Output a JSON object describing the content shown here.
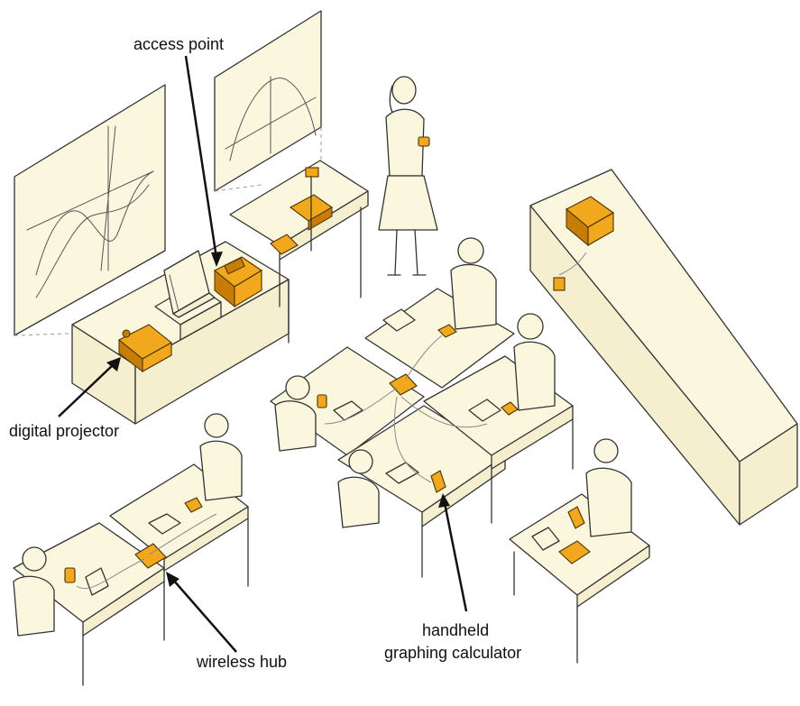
{
  "labels": {
    "access_point": "access point",
    "digital_projector": "digital projector",
    "wireless_hub": "wireless hub",
    "handheld_line1": "handheld",
    "handheld_line2": "graphing calculator"
  },
  "colors": {
    "device": "#f2a81d",
    "device_outline": "#4a3100",
    "furniture": "#fbf7df",
    "line": "#333333",
    "background": "#ffffff"
  }
}
